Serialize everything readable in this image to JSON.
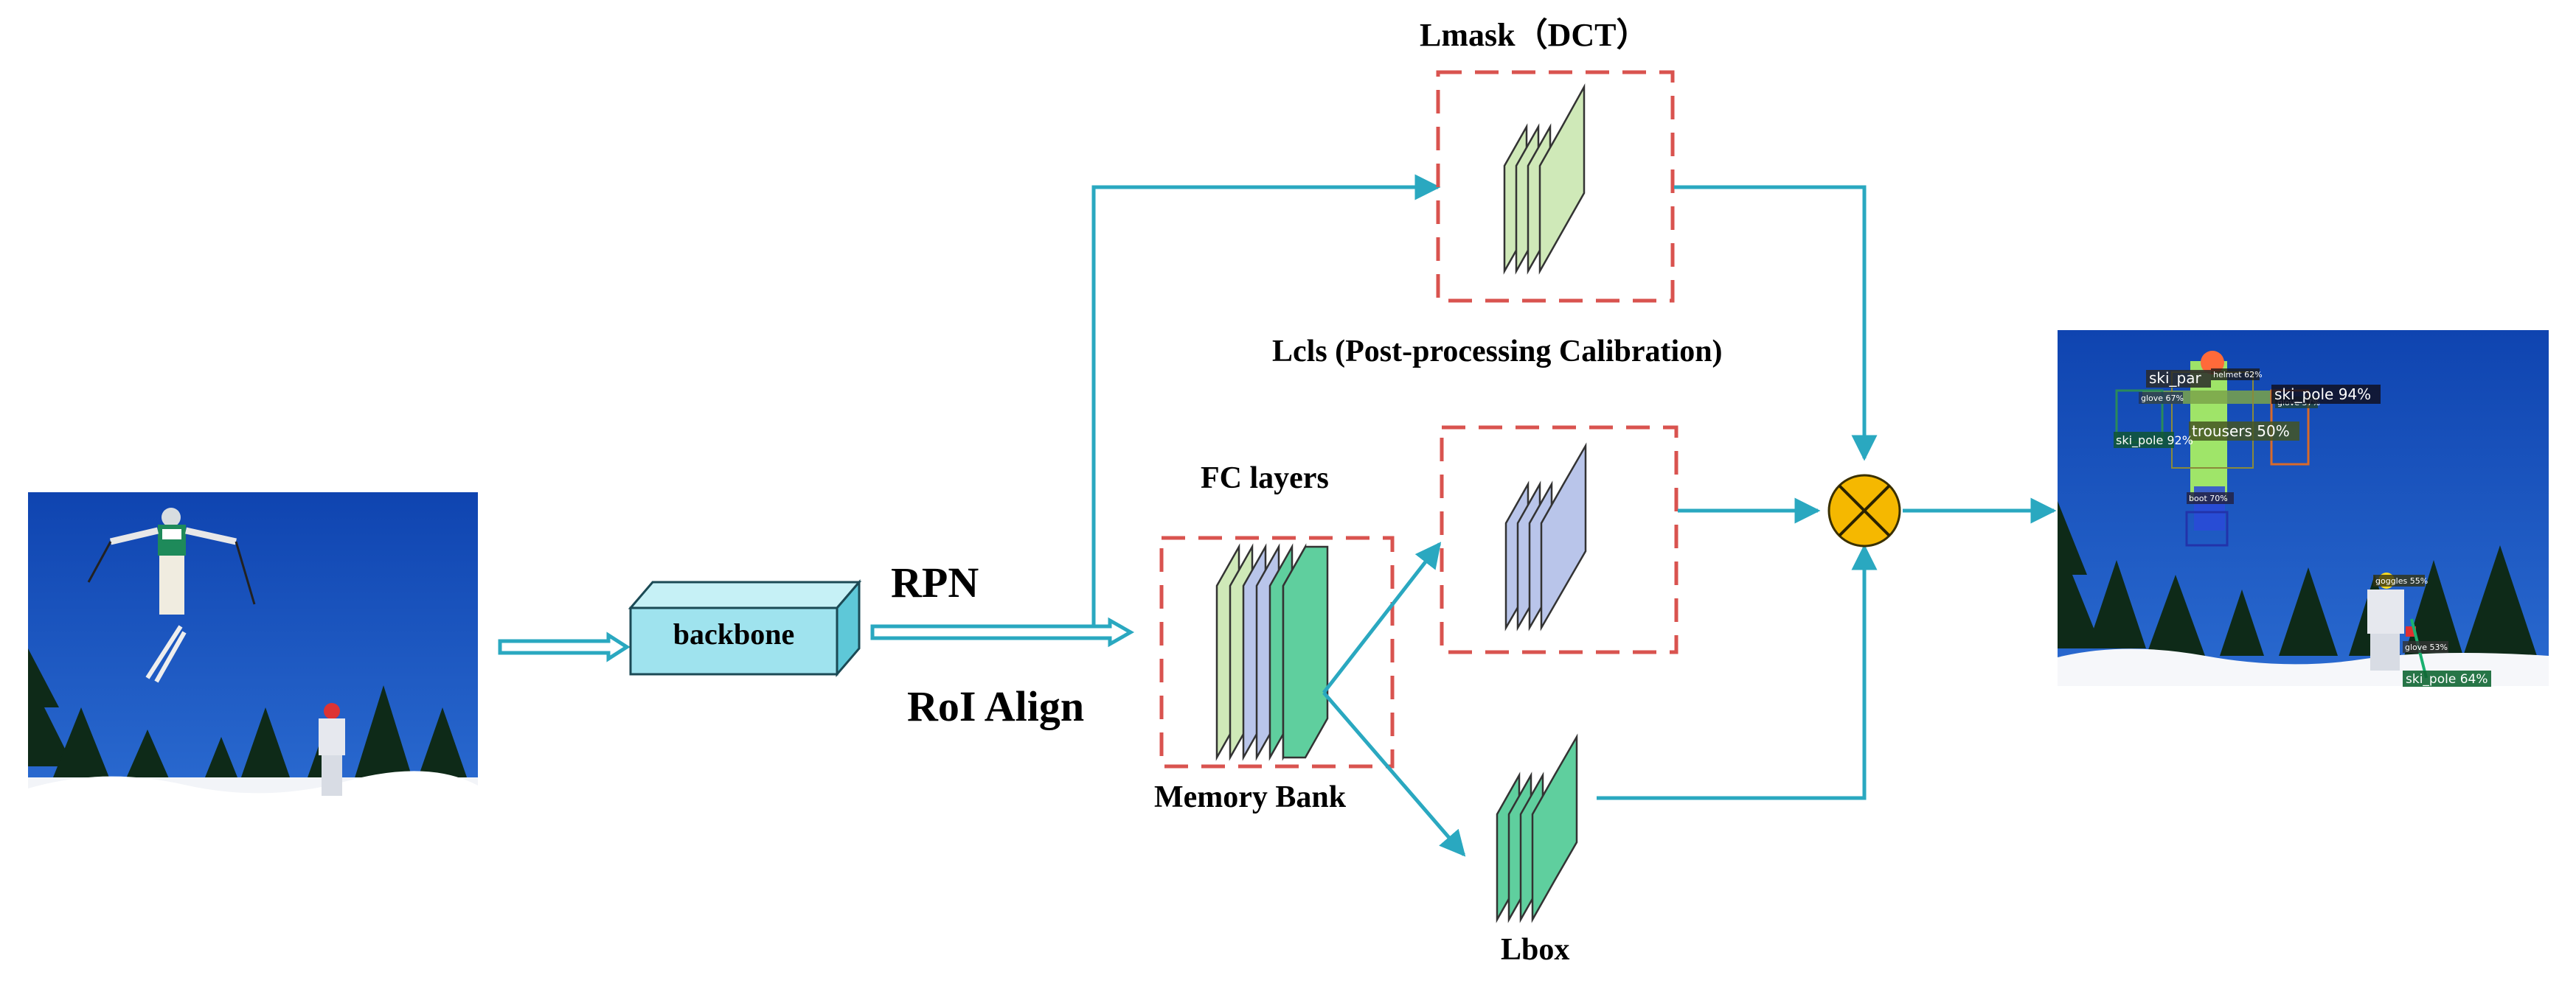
{
  "labels": {
    "lmask": "Lmask（DCT）",
    "lcls": "Lcls (Post-processing Calibration)",
    "fc_layers": "FC layers",
    "memory_bank": "Memory Bank",
    "lbox": "Lbox",
    "rpn": "RPN",
    "roi_align": "RoI Align",
    "backbone": "backbone"
  },
  "detections": [
    {
      "label": "ski_par",
      "color": "#2a2a2a"
    },
    {
      "label": "helmet 62%",
      "color": "#1a1a1a"
    },
    {
      "label": "glove 67%",
      "color": "#223355"
    },
    {
      "label": "glove 57%",
      "color": "#224433"
    },
    {
      "label": "ski_pole 94%",
      "color": "#111122"
    },
    {
      "label": "trousers 50%",
      "color": "#445522"
    },
    {
      "label": "ski_pole 92%",
      "color": "#115533"
    },
    {
      "label": "boot 70%",
      "color": "#222244"
    },
    {
      "label": "goggles 55%",
      "color": "#333311"
    },
    {
      "label": "glove 53%",
      "color": "#333333"
    },
    {
      "label": "ski_pole 64%",
      "color": "#116633"
    }
  ],
  "colors": {
    "arrow": "#2aa8c0",
    "dashed_box": "#d9534f",
    "mask_layer": "#cfe9b8",
    "cls_layer": "#b9c5ea",
    "box_layer": "#5fcf9e",
    "backbone": "#9fe3ee",
    "multiply_node": "#f5b800",
    "sky": "#1550b8"
  }
}
